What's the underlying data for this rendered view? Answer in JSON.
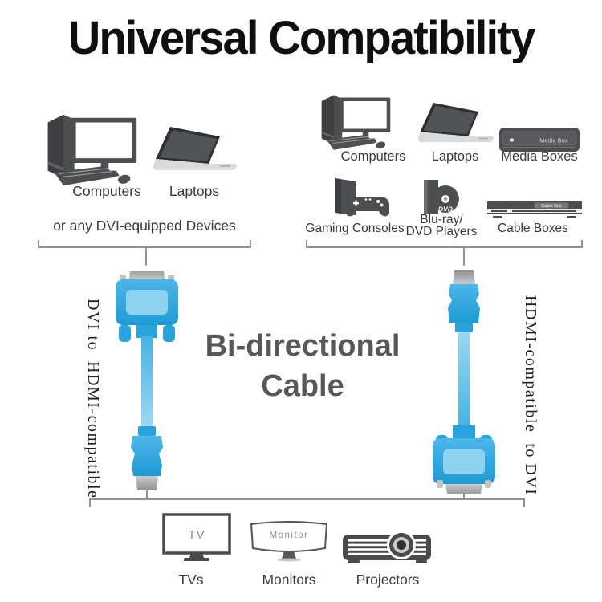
{
  "title": "Universal Compatibility",
  "left_group": {
    "computers_label": "Computers",
    "laptops_label": "Laptops",
    "caption": "or any DVI-equipped Devices"
  },
  "right_group": {
    "computers_label": "Computers",
    "laptops_label": "Laptops",
    "media_boxes_label": "Media Boxes",
    "media_box_text": "Media Box",
    "gaming_label": "Gaming Consoles",
    "bluray_label_line1": "Blu-ray/",
    "bluray_label_line2": "DVD Players",
    "dvd_text": "DVD",
    "cable_boxes_label": "Cable Boxes",
    "cable_box_text": "Cable Box"
  },
  "center": {
    "line1": "Bi-directional",
    "line2": "Cable"
  },
  "cables": {
    "left_label": "DVI to  HDMI-compatible",
    "right_label": "HDMI-compatible  to DVI"
  },
  "bottom_group": {
    "tv_screen_text": "TV",
    "tvs_label": "TVs",
    "monitor_screen_text": "Monitor",
    "monitors_label": "Monitors",
    "projectors_label": "Projectors"
  },
  "colors": {
    "cable_blue": "#2aa3dd",
    "cable_blue_light": "#8ed2f1",
    "metal_gray": "#b9babc",
    "icon_gray": "#4d4e50",
    "line_gray": "#8f9194",
    "title_color": "#0f0f0f",
    "center_text_color": "#57585a"
  }
}
